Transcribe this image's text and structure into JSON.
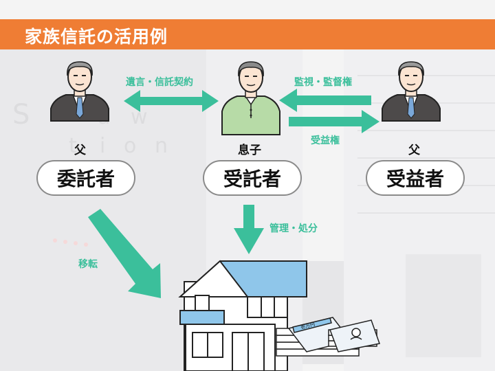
{
  "title": "家族信託の活用例",
  "colors": {
    "accent": "#ef7d34",
    "arrow": "#3bbf9b"
  },
  "people": [
    {
      "relation": "父",
      "role": "委託者"
    },
    {
      "relation": "息子",
      "role": "受託者"
    },
    {
      "relation": "父",
      "role": "受益者"
    }
  ],
  "arrows": {
    "trust_contract": "遺言・信託契約",
    "supervision": "監視・監督権",
    "beneficial_right": "受益権",
    "management": "管理・処分",
    "transfer": "移転"
  },
  "background": {
    "sign_letters": [
      "S",
      "a",
      "w",
      "t",
      "i",
      "o",
      "n"
    ]
  },
  "money": {
    "band_text": "壱万円"
  }
}
